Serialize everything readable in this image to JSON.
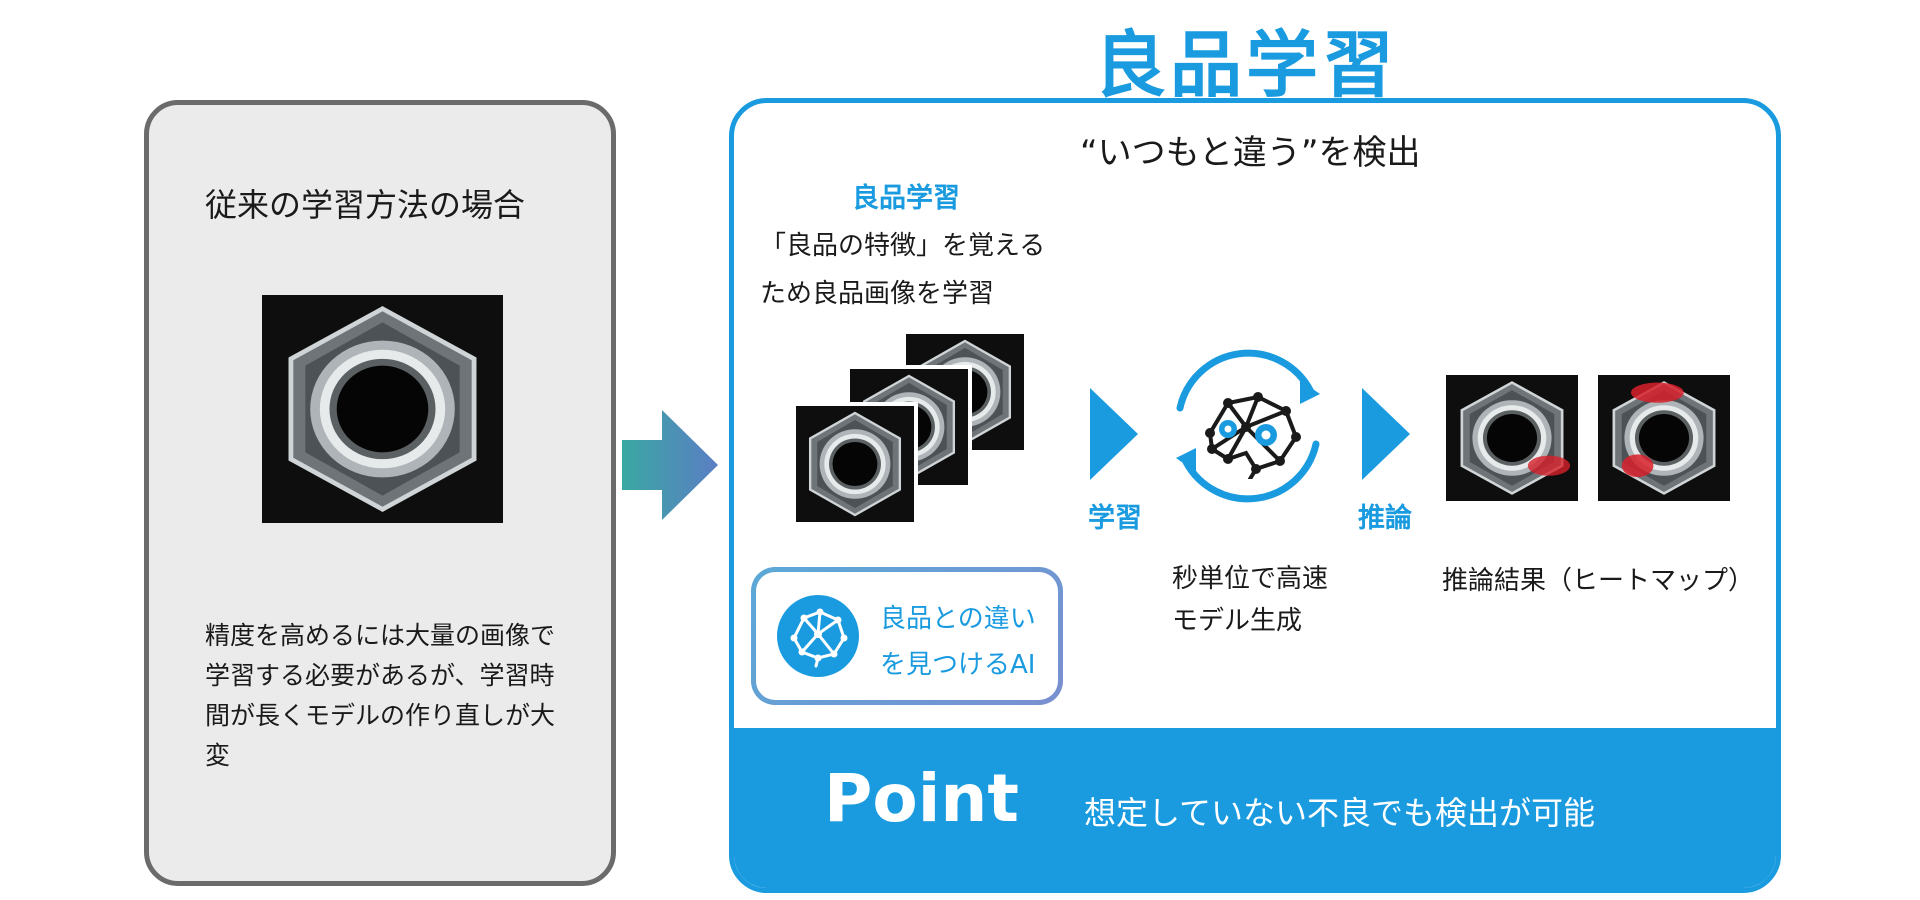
{
  "title": "良品学習",
  "left_panel": {
    "heading": "従来の学習方法の場合",
    "description": "精度を高めるには大量の画像で学習する必要があるが、学習時間が長くモデルの作り直しが大変"
  },
  "right_panel": {
    "heading": "“いつもと違う”を検出",
    "sub_title": "良品学習",
    "sub_description": "「良品の特徴」を覚える\nため良品画像を学習",
    "step_learning": "学習",
    "step_inference": "推論",
    "model_caption": "秒単位で高速\nモデル生成",
    "result_caption": "推論結果（ヒートマップ）",
    "badge_text": "良品との違い\nを見つけるAI",
    "point_label": "Point",
    "point_text": "想定していない不良でも検出が可能"
  },
  "colors": {
    "accent": "#1a9be0",
    "left_border": "#6b6b6b",
    "left_bg": "#ebebeb",
    "heatmap": "#d8202a",
    "arrow_start": "#3aa8a2",
    "arrow_end": "#5b7ec4"
  },
  "icons": [
    "nut-image",
    "arrow-right-icon",
    "chevron-right-icon",
    "ai-brain-icon",
    "cycle-arrows-icon"
  ]
}
